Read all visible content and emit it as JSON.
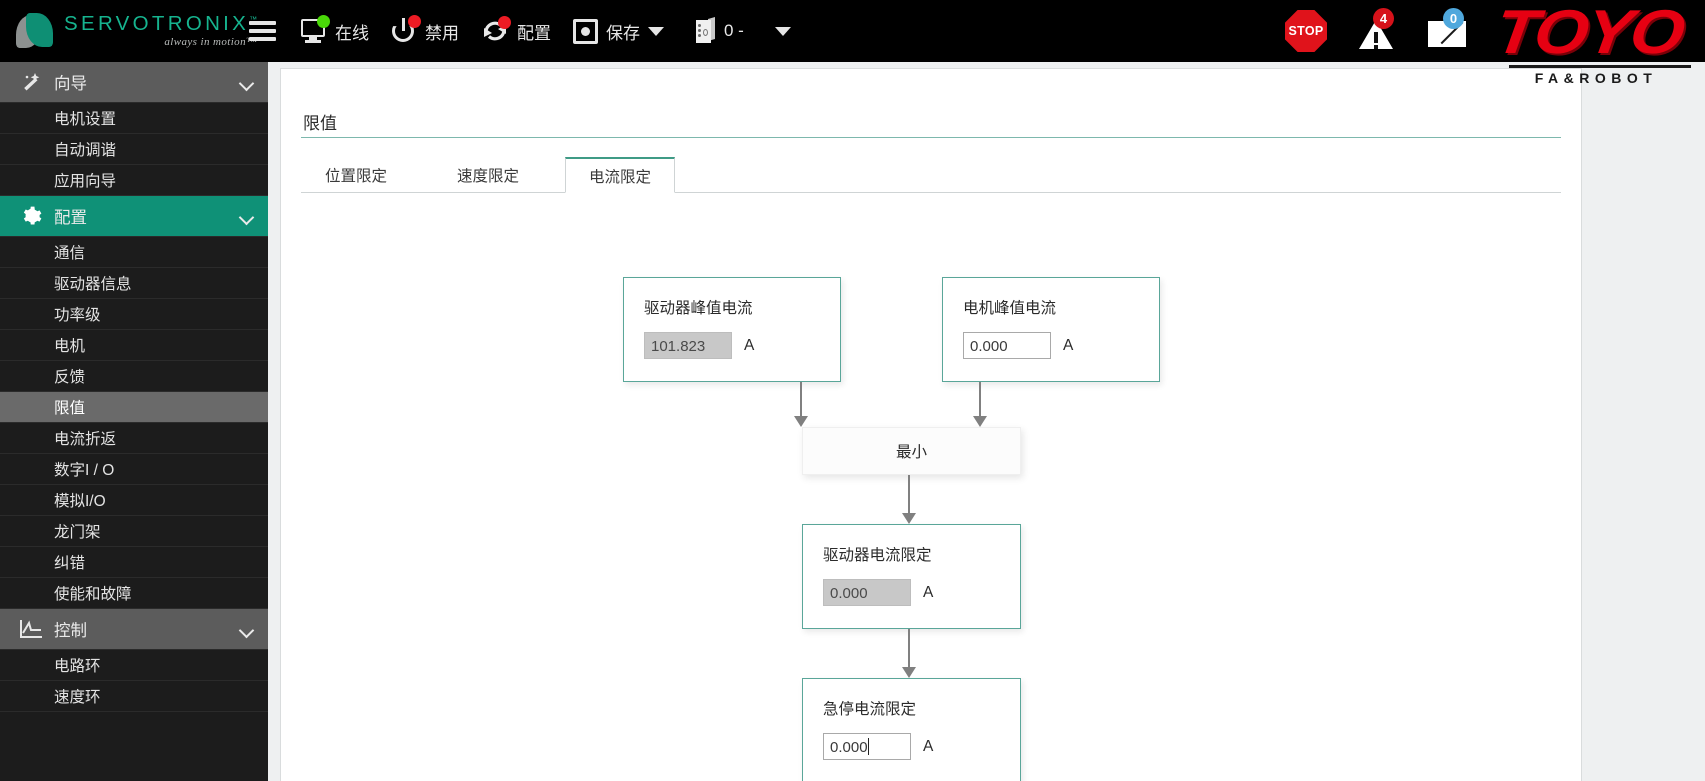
{
  "brand": {
    "name": "SERVOTRONIX",
    "trademark": "™",
    "tagline": "always in motion™"
  },
  "toyo": {
    "word": "TOYO",
    "sub": "FA&ROBOT"
  },
  "topbar": {
    "menu_icon": "hamburger-icon",
    "items": [
      {
        "id": "online",
        "label": "在线",
        "icon": "monitor-icon",
        "status_dot": "green"
      },
      {
        "id": "disable",
        "label": "禁用",
        "icon": "power-icon",
        "status_dot": "red"
      },
      {
        "id": "config",
        "label": "配置",
        "icon": "refresh-icon",
        "status_dot": "red"
      },
      {
        "id": "save",
        "label": "保存",
        "icon": "save-icon",
        "has_caret": true
      },
      {
        "id": "axis",
        "label": "0 -",
        "icon": "drive-icon",
        "has_caret": true
      }
    ],
    "stop_label": "STOP",
    "alerts_count": "4",
    "messages_count": "0"
  },
  "sidebar": {
    "groups": [
      {
        "id": "wizard",
        "label": "向导",
        "icon": "wand-icon",
        "active": false,
        "expanded": true,
        "items": [
          {
            "id": "motor-setup",
            "label": "电机设置",
            "selected": false
          },
          {
            "id": "auto-tune",
            "label": "自动调谐",
            "selected": false
          },
          {
            "id": "app-wizard",
            "label": "应用向导",
            "selected": false
          }
        ]
      },
      {
        "id": "configuration",
        "label": "配置",
        "icon": "gear-icon",
        "active": true,
        "expanded": true,
        "items": [
          {
            "id": "communication",
            "label": "通信",
            "selected": false
          },
          {
            "id": "drive-info",
            "label": "驱动器信息",
            "selected": false
          },
          {
            "id": "power-stage",
            "label": "功率级",
            "selected": false
          },
          {
            "id": "motor",
            "label": "电机",
            "selected": false
          },
          {
            "id": "feedback",
            "label": "反馈",
            "selected": false
          },
          {
            "id": "limits",
            "label": "限值",
            "selected": true
          },
          {
            "id": "foldback",
            "label": "电流折返",
            "selected": false
          },
          {
            "id": "digital-io",
            "label": "数字I / O",
            "selected": false
          },
          {
            "id": "analog-io",
            "label": "模拟I/O",
            "selected": false
          },
          {
            "id": "gantry",
            "label": "龙门架",
            "selected": false
          },
          {
            "id": "error-correct",
            "label": "纠错",
            "selected": false
          },
          {
            "id": "enable-fault",
            "label": "使能和故障",
            "selected": false
          }
        ]
      },
      {
        "id": "control",
        "label": "控制",
        "icon": "control-icon",
        "active": false,
        "expanded": true,
        "items": [
          {
            "id": "current-loop",
            "label": "电路环",
            "selected": false
          },
          {
            "id": "velocity-loop",
            "label": "速度环",
            "selected": false
          }
        ]
      }
    ]
  },
  "main": {
    "page_title": "限值",
    "tabs": [
      {
        "id": "position",
        "label": "位置限定",
        "active": false
      },
      {
        "id": "velocity",
        "label": "速度限定",
        "active": false
      },
      {
        "id": "current",
        "label": "电流限定",
        "active": true
      }
    ],
    "diagram": {
      "min_node_label": "最小",
      "unit": "A",
      "nodes": [
        {
          "id": "drive-peak-current",
          "label": "驱动器峰值电流",
          "value": "101.823",
          "unit": "A",
          "readonly": true,
          "focused": false
        },
        {
          "id": "motor-peak-current",
          "label": "电机峰值电流",
          "value": "0.000",
          "unit": "A",
          "readonly": false,
          "focused": false
        },
        {
          "id": "drive-current-limit",
          "label": "驱动器电流限定",
          "value": "0.000",
          "unit": "A",
          "readonly": true,
          "focused": false
        },
        {
          "id": "estop-current-limit",
          "label": "急停电流限定",
          "value": "0.000",
          "unit": "A",
          "readonly": false,
          "focused": true
        }
      ]
    }
  },
  "colors": {
    "accent_green": "#0f9177",
    "node_border": "#5aa699",
    "topbar_bg": "#000000",
    "sidebar_bg": "#1c1c1c",
    "alert_red": "#d6121a",
    "message_blue": "#4fa8dd",
    "brand_teal": "#16b48f",
    "toyo_red": "#e60012"
  }
}
